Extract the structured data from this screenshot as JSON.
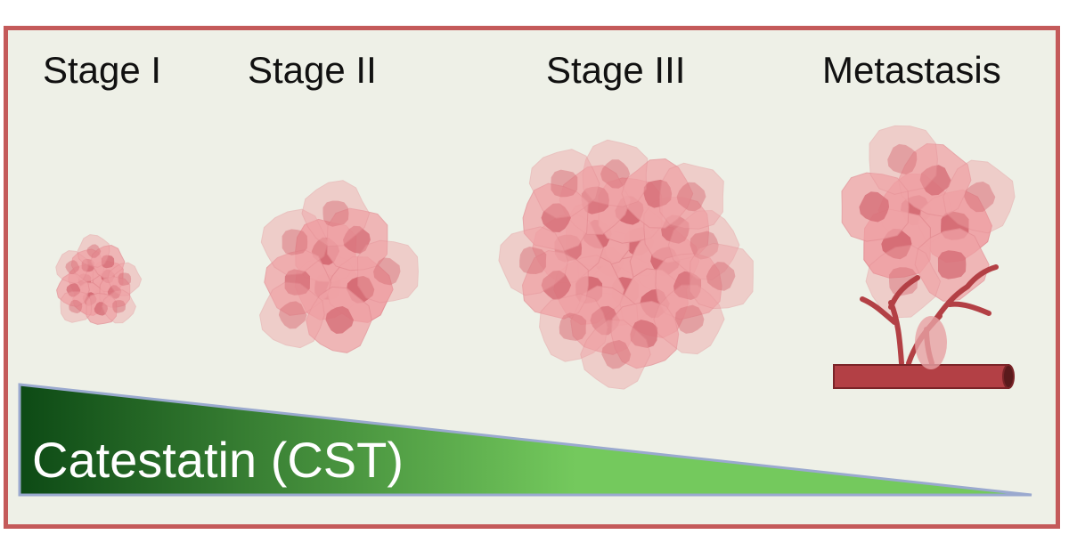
{
  "stages": [
    {
      "label": "Stage I"
    },
    {
      "label": "Stage II"
    },
    {
      "label": "Stage III"
    },
    {
      "label": "Metastasis"
    }
  ],
  "gradient_label": "Catestatin (CST)",
  "colors": {
    "frame_border": "#c45a5a",
    "background": "#eef0e7",
    "cell_fill": "#f0a3a6",
    "cell_nucleus": "#d46a73",
    "vessel": "#b34045",
    "gradient_dark": "#0d4a15",
    "gradient_light": "#74c95d",
    "gradient_edge": "#9aa9cf"
  },
  "icons": [
    "tumor-cell-cluster",
    "blood-vessel"
  ]
}
